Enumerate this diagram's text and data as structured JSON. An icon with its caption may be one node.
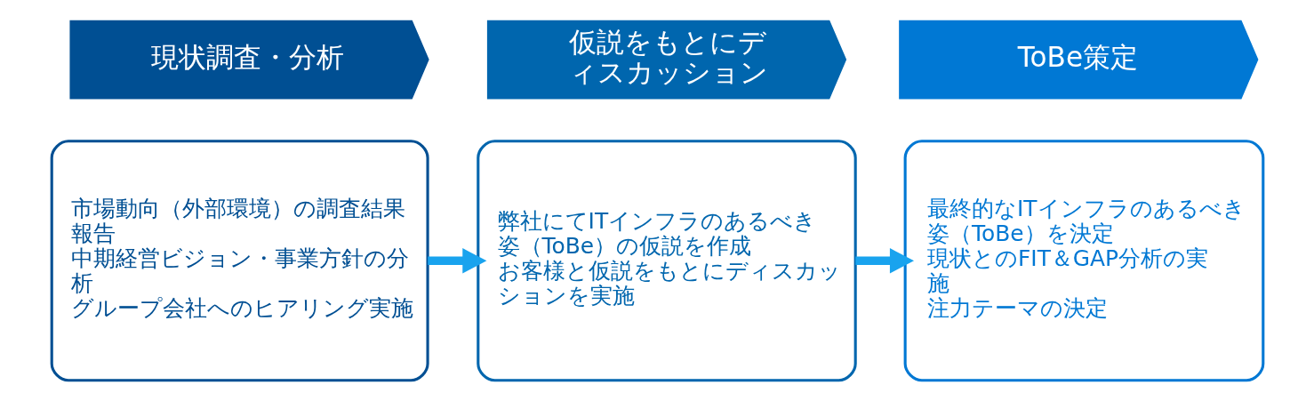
{
  "diagram": {
    "nodes": [
      {
        "text": [
          "現状調査・分析"
        ]
      },
      {
        "text": [
          "仮説をもとにディスカッション"
        ]
      },
      {
        "text": [
          "ToBe策定"
        ]
      },
      {
        "text": [
          "市場動向（外部環境）の調査結果報告",
          "中期経営ビジョン・事業方針の分析",
          "グループ会社へのヒアリング実施"
        ]
      },
      {
        "text": [
          "弊社にてITインフラのあるべき姿（ToBe）の仮説を作成",
          "お客様と仮説をもとにディスカッションを実施"
        ]
      },
      {
        "text": [
          "最終的なITインフラのあるべき姿（ToBe）を決定",
          "現状とのFIT＆GAP分析の実施",
          "注力テーマの決定"
        ]
      }
    ],
    "edges": [
      {
        "from": 3,
        "to": 4,
        "arrow": "to"
      },
      {
        "from": 4,
        "to": 5,
        "arrow": "to"
      }
    ]
  }
}
